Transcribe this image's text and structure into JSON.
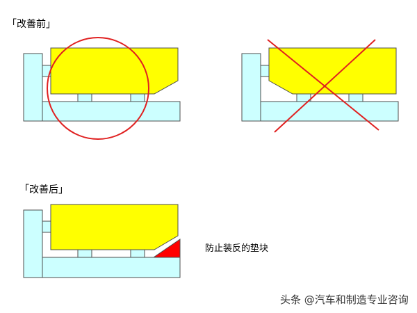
{
  "labels": {
    "before": "「改善前」",
    "after": "「改善后」",
    "callout": "防止装反的垫块",
    "watermark": "头条 @汽车和制造专业咨询"
  },
  "colors": {
    "base_fill": "#ccffff",
    "part_fill": "#ffff00",
    "outline": "#4d4d4d",
    "highlight_circle": "#e02020",
    "cross_mark": "#e02020",
    "block_fill": "#ff0000"
  }
}
